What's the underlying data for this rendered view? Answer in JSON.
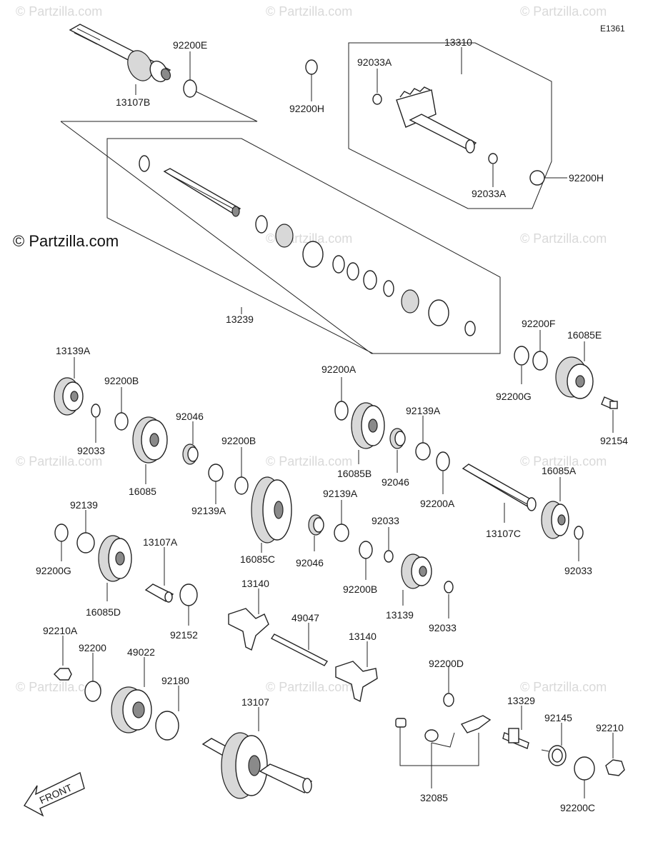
{
  "watermark": "© Partzilla.com",
  "brand_mark": "© Partzilla.com",
  "diagram_code": "E1361",
  "arrow_label": "FRONT",
  "labels": {
    "p13107B": "13107B",
    "p92200E": "92200E",
    "p92200H_top": "92200H",
    "p13310": "13310",
    "p92033A_1": "92033A",
    "p92033A_2": "92033A",
    "p92200H_right": "92200H",
    "p13239": "13239",
    "p13139A": "13139A",
    "p92200B_1": "92200B",
    "p92033_1": "92033",
    "p16085": "16085",
    "p92046_1": "92046",
    "p92200B_2": "92200B",
    "p92139A_1": "92139A",
    "p16085C": "16085C",
    "p92139A_2": "92139A",
    "p92046_2": "92046",
    "p92033_2": "92033",
    "p92200B_3": "92200B",
    "p13139": "13139",
    "p92033_3": "92033",
    "p92200A_1": "92200A",
    "p16085B": "16085B",
    "p92139A_3": "92139A",
    "p92046_3": "92046",
    "p92200A_2": "92200A",
    "p13107C": "13107C",
    "p16085A": "16085A",
    "p92033_4": "92033",
    "p92200F": "92200F",
    "p16085E": "16085E",
    "p92200G_1": "92200G",
    "p92154": "92154",
    "p92139": "92139",
    "p92200G_2": "92200G",
    "p16085D": "16085D",
    "p13107A": "13107A",
    "p92152": "92152",
    "p13140_1": "13140",
    "p49047": "49047",
    "p13140_2": "13140",
    "p92210A": "92210A",
    "p92200": "92200",
    "p49022": "49022",
    "p92180": "92180",
    "p13107": "13107",
    "p92200D": "92200D",
    "p13329": "13329",
    "p92145": "92145",
    "p92210": "92210",
    "p32085": "32085",
    "p92200C": "92200C"
  }
}
